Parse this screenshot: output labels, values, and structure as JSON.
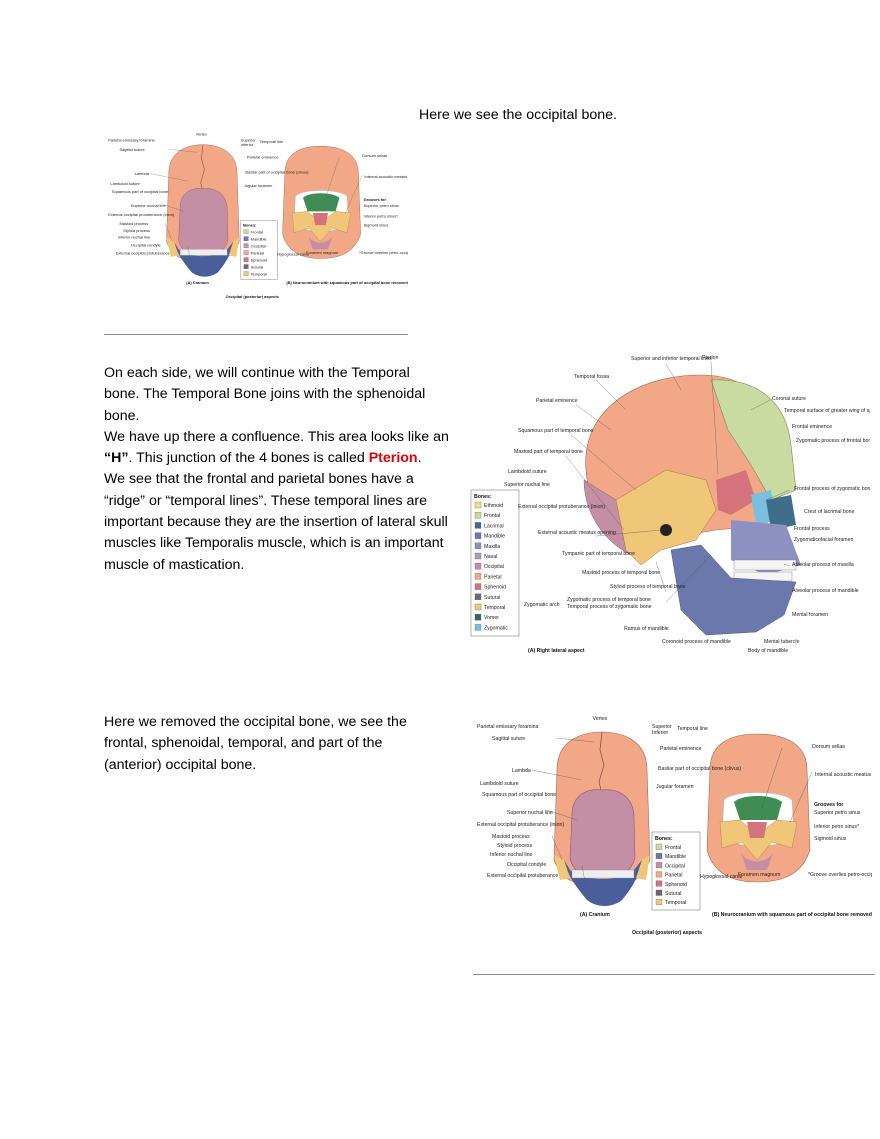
{
  "sec1": {
    "intro": "Here we see the occipital bone."
  },
  "fig1": {
    "labels": {
      "vertex": "Vertex",
      "parietal_emissary": "Parietal emissary foramina",
      "sagittal": "Sagittal suture",
      "lambda": "Lambda",
      "lambdoid": "Lambdoid suture",
      "squamous": "Squamous part of occipital bone",
      "sup_nuchal": "Superior nuchal line",
      "ext_occ": "External occipital protuberance (inion)",
      "mastoid": "Mastoid process",
      "styloid": "Styloid process",
      "inf_nuchal": "Inferior nuchal line",
      "occ_condyle": "Occipital condyle",
      "ext_occ2": "External occipital protuberance",
      "superior": "Superior",
      "inferior": "Inferior",
      "temporal_line": "Temporal line",
      "parietal_eminence": "Parietal eminence",
      "basilar": "Basilar part of occipital bone (clivus)",
      "jugular": "Jugular foramen",
      "dorsum": "Dorsum sellae",
      "int_acoustic": "Internal acoustic meatus",
      "grooves": "Grooves for",
      "sup_petro": "Superior petro sinus",
      "inf_petro": "Inferior petro sinus*",
      "sigmoid": "Sigmoid sinus",
      "hypoglossal": "Hypoglossal canal",
      "foramen_magnum": "Foramen magnum",
      "groove_note": "*Groove overlies petro-occipital fissure",
      "cap_a": "(A) Cranium",
      "cap_b": "(B) Neurocranium with squamous part of occipital bone removed.",
      "cap_main": "Occipital (posterior) aspects"
    },
    "legend": {
      "title": "Bones:",
      "items": [
        "Frontal",
        "Mandible",
        "Occipital",
        "Parietal",
        "Sphenoid",
        "Sutural",
        "Temporal"
      ]
    }
  },
  "sec2": {
    "p1": "On each side, we will continue with the Temporal bone. The Temporal Bone joins with the sphenoidal bone.",
    "p2_a": "We have up there a confluence. This area looks like an ",
    "p2_h": "“H”",
    "p2_b": ". This junction of the 4 bones is called ",
    "p2_pterion": "Pterion",
    "p2_c": ".",
    "p3": "We see that the frontal and parietal bones have a “ridge” or “temporal lines”. These temporal lines are important because they are the insertion of lateral skull muscles like Temporalis muscle, which is an important muscle of mastication."
  },
  "fig2": {
    "labels": {
      "sup_inf_temporal": "Superior and inferior temporal lines",
      "pterion": "Pterion",
      "temporal_fossa": "Temporal fossa",
      "parietal_eminence": "Parietal eminence",
      "squamous_temporal": "Squamous part of temporal bone",
      "mastoid_part": "Mastoid part of temporal bone",
      "lambdoid": "Lambdoid suture",
      "sup_nuchal": "Superior nuchal line",
      "ext_occ": "External occipital protuberance (inion)",
      "ext_acoustic": "External acoustic meatus opening",
      "tympanic": "Tympanic part of temporal bone",
      "mastoid_process": "Mastoid process of temporal bone",
      "styloid_process": "Styloid process of temporal bone",
      "zygomatic_arch": "Zygomatic arch",
      "zyg_proc_temporal": "Zygomatic process of temporal bone",
      "temp_proc_zyg": "Temporal process of zygomatic bone",
      "ramus": "Ramus of mandible",
      "coronoid": "Coronoid process of mandible",
      "body_mandible": "Body of mandible",
      "mental_tubercle": "Mental tubercle",
      "coronal": "Coronal suture",
      "temporal_surface": "Temporal surface of greater wing of sphenoid",
      "frontal_eminence": "Frontal eminence",
      "zyg_proc_frontal": "Zygomatic process of frontal bone",
      "front_proc_zyg": "Frontal process of zygomatic bone",
      "crest_lacrimal": "Crest of lacrimal bone",
      "frontal_process": "Frontal process",
      "zygomaticofacial": "Zygomaticofacial foramen",
      "alveolar_maxilla": "Alveolar process of maxilla",
      "alveolar_mandible": "Alveolar process of mandible",
      "mental_foramen": "Mental foramen",
      "cap": "(A) Right lateral aspect"
    },
    "legend": {
      "title": "Bones:",
      "items": [
        "Ethmoid",
        "Frontal",
        "Lacrimal",
        "Mandible",
        "Maxilla",
        "Nasal",
        "Occipital",
        "Parietal",
        "Sphenoid",
        "Sutural",
        "Temporal",
        "Vomer",
        "Zygomatic"
      ]
    }
  },
  "sec3": {
    "p1": "Here we removed the occipital bone, we see the frontal, sphenoidal, temporal, and part of the (anterior) occipital bone."
  },
  "colors": {
    "frontal": "#c9dba0",
    "mandible": "#6a78ac",
    "occipital": "#c48fa4",
    "parietal": "#f2a887",
    "sphenoid": "#d5737d",
    "sutural": "#6a6a6a",
    "temporal": "#f0c779",
    "ethmoid": "#e8de85",
    "lacrimal": "#3f6e8a",
    "maxilla": "#8d91c2",
    "nasal": "#b09ab8",
    "vomer": "#2e6b5a",
    "zygomatic": "#79bfe0",
    "occipital_dark": "#4a5e9c",
    "green_int": "#3f8d55"
  }
}
